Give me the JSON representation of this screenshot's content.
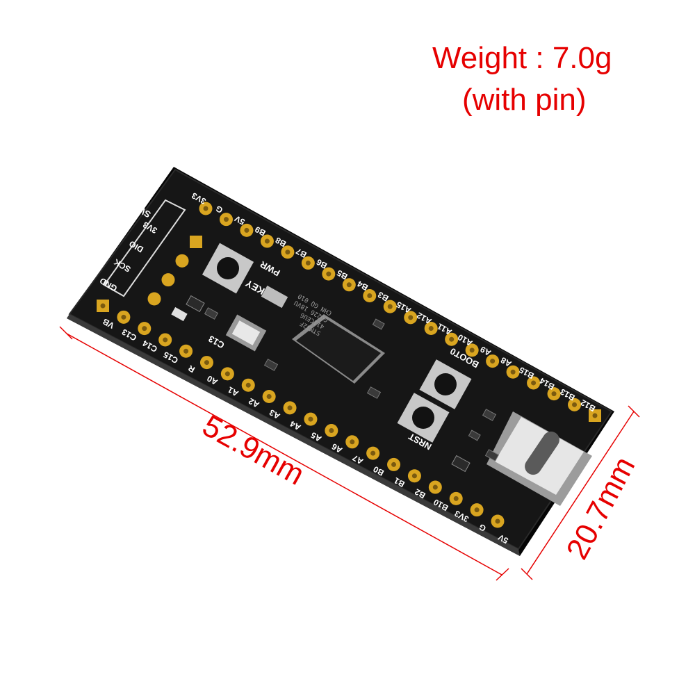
{
  "caption": {
    "weight": "Weight : 7.0g",
    "pin_note": "(with pin)",
    "color": "#e60000"
  },
  "dimensions": {
    "length": "52.9mm",
    "width": "20.7mm"
  },
  "board": {
    "pcb_color": "#111111",
    "pad_color": "#d9a520",
    "top_header_labels": [
      "3V3",
      "G",
      "5V",
      "B9",
      "B8",
      "B7",
      "B6",
      "B5",
      "B4",
      "B3",
      "A15",
      "A12",
      "A11",
      "A10",
      "A9",
      "A8",
      "B15",
      "B14",
      "B13",
      "B12"
    ],
    "bottom_header_labels": [
      "VB",
      "C13",
      "C14",
      "C15",
      "R",
      "A0",
      "A1",
      "A2",
      "A3",
      "A4",
      "A5",
      "A6",
      "A7",
      "B0",
      "B1",
      "B2",
      "B10",
      "3V3",
      "G",
      "5V"
    ],
    "swd_header_labels": [
      "3V3",
      "DIO",
      "SCK",
      "GND"
    ],
    "swd_title": "SW",
    "silkscreen": {
      "pwr": "PWR",
      "key": "KEY",
      "c13": "C13",
      "boot0": "BOOT0",
      "nrst": "NRST"
    },
    "chip_marking": [
      "STM32F",
      "411CEU6",
      "GQ226 18VU",
      "CHN GQ 010"
    ],
    "usb_connector": "usb-c-connector-icon"
  }
}
